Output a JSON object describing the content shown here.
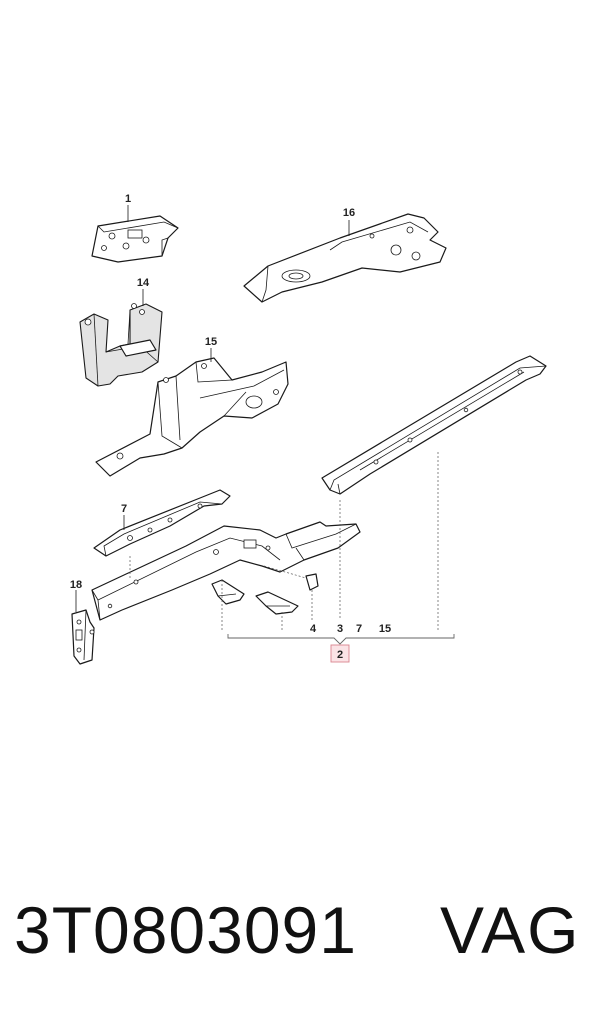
{
  "callouts": {
    "p1": "1",
    "p16": "16",
    "p14": "14",
    "p15": "15",
    "p7": "7",
    "p18": "18",
    "row_4": "4",
    "row_3": "3",
    "row_7": "7",
    "row_15": "15",
    "assembly": "2"
  },
  "footer": {
    "part_number": "3T0803091",
    "brand": "VAG"
  }
}
